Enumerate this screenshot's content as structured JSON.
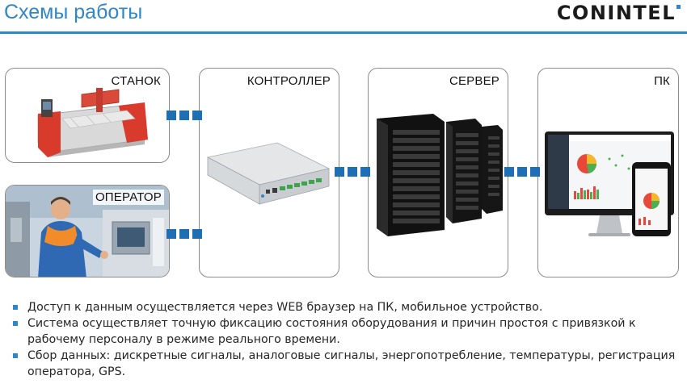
{
  "header": {
    "title": "Схемы работы",
    "logo": "CONINTEL"
  },
  "boxes": {
    "machine": {
      "label": "СТАНОК"
    },
    "operator": {
      "label": "ОПЕРАТОР"
    },
    "controller": {
      "label": "КОНТРОЛЛЕР"
    },
    "server": {
      "label": "СЕРВЕР"
    },
    "pc": {
      "label": "ПК"
    }
  },
  "colors": {
    "accent": "#2f86c8",
    "connector": "#1f6fb5",
    "box_border": "#8b8b8b"
  },
  "bullets": [
    "Доступ к данным осуществляется через WEB  браузер на ПК, мобильное устройство.",
    "Система осуществляет точную фиксацию состояния оборудования и причин простоя с привязкой к рабочему персоналу в режиме реального времени.",
    "Сбор данных: дискретные сигналы, аналоговые сигналы, энергопотребление, температуры, регистрация оператора, GPS."
  ]
}
